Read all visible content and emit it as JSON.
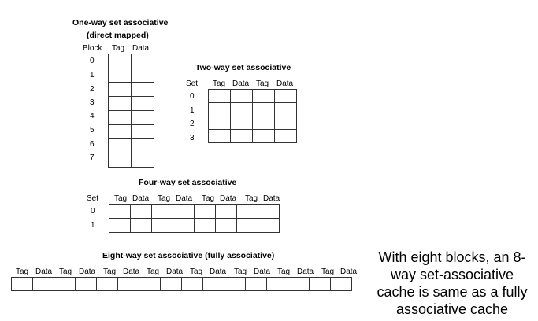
{
  "one_way": {
    "title_line1": "One-way set associative",
    "title_line2": "(direct mapped)",
    "col_block": "Block",
    "col_tag": "Tag",
    "col_data": "Data",
    "rows": [
      "0",
      "1",
      "2",
      "3",
      "4",
      "5",
      "6",
      "7"
    ]
  },
  "two_way": {
    "title": "Two-way set associative",
    "col_set": "Set",
    "cols": [
      "Tag",
      "Data",
      "Tag",
      "Data"
    ],
    "rows": [
      "0",
      "1",
      "2",
      "3"
    ]
  },
  "four_way": {
    "title": "Four-way set associative",
    "col_set": "Set",
    "cols": [
      "Tag",
      "Data",
      "Tag",
      "Data",
      "Tag",
      "Data",
      "Tag",
      "Data"
    ],
    "rows": [
      "0",
      "1"
    ]
  },
  "eight_way": {
    "title": "Eight-way set associative (fully associative)",
    "cols": [
      "Tag",
      "Data",
      "Tag",
      "Data",
      "Tag",
      "Data",
      "Tag",
      "Data",
      "Tag",
      "Data",
      "Tag",
      "Data",
      "Tag",
      "Data",
      "Tag",
      "Data"
    ]
  },
  "note": {
    "line1": "With eight blocks, an 8-",
    "line2": "way set-associative",
    "line3": "cache is same as a fully",
    "line4": "associative cache"
  }
}
